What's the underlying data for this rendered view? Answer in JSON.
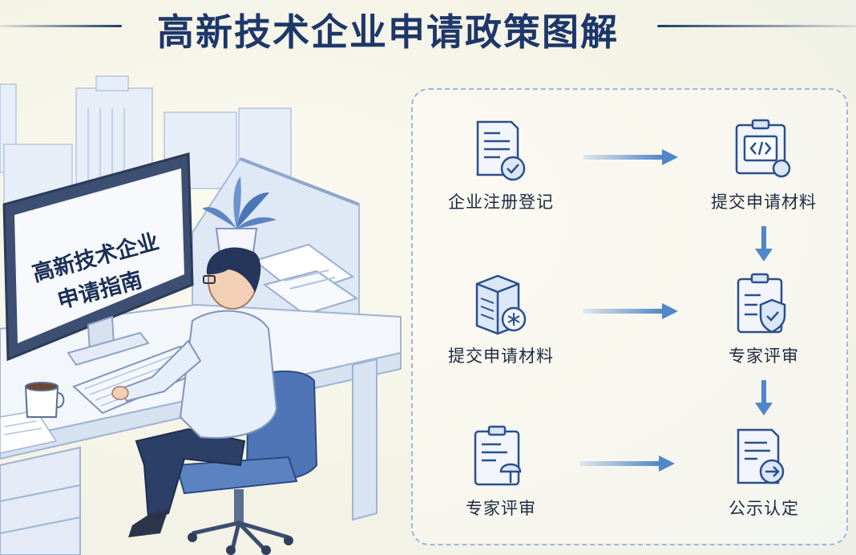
{
  "title": "高新技术企业申请政策图解",
  "monitor_text": {
    "line1": "高新技术企业",
    "line2": "申请指南"
  },
  "steps": [
    {
      "label": "企业注册登记",
      "icon": "document-check-icon"
    },
    {
      "label": "提交申请材料",
      "icon": "clipboard-code-icon"
    },
    {
      "label": "提交申请材料",
      "icon": "server-stack-icon"
    },
    {
      "label": "专家评审",
      "icon": "clipboard-shield-icon"
    },
    {
      "label": "专家评审",
      "icon": "clipboard-umbrella-icon"
    },
    {
      "label": "公示认定",
      "icon": "document-arrow-icon"
    }
  ],
  "colors": {
    "title": "#1d3769",
    "icon_stroke": "#2b4f8e",
    "arrow": "#4f87c9",
    "panel_border": "#9fb6d8"
  }
}
